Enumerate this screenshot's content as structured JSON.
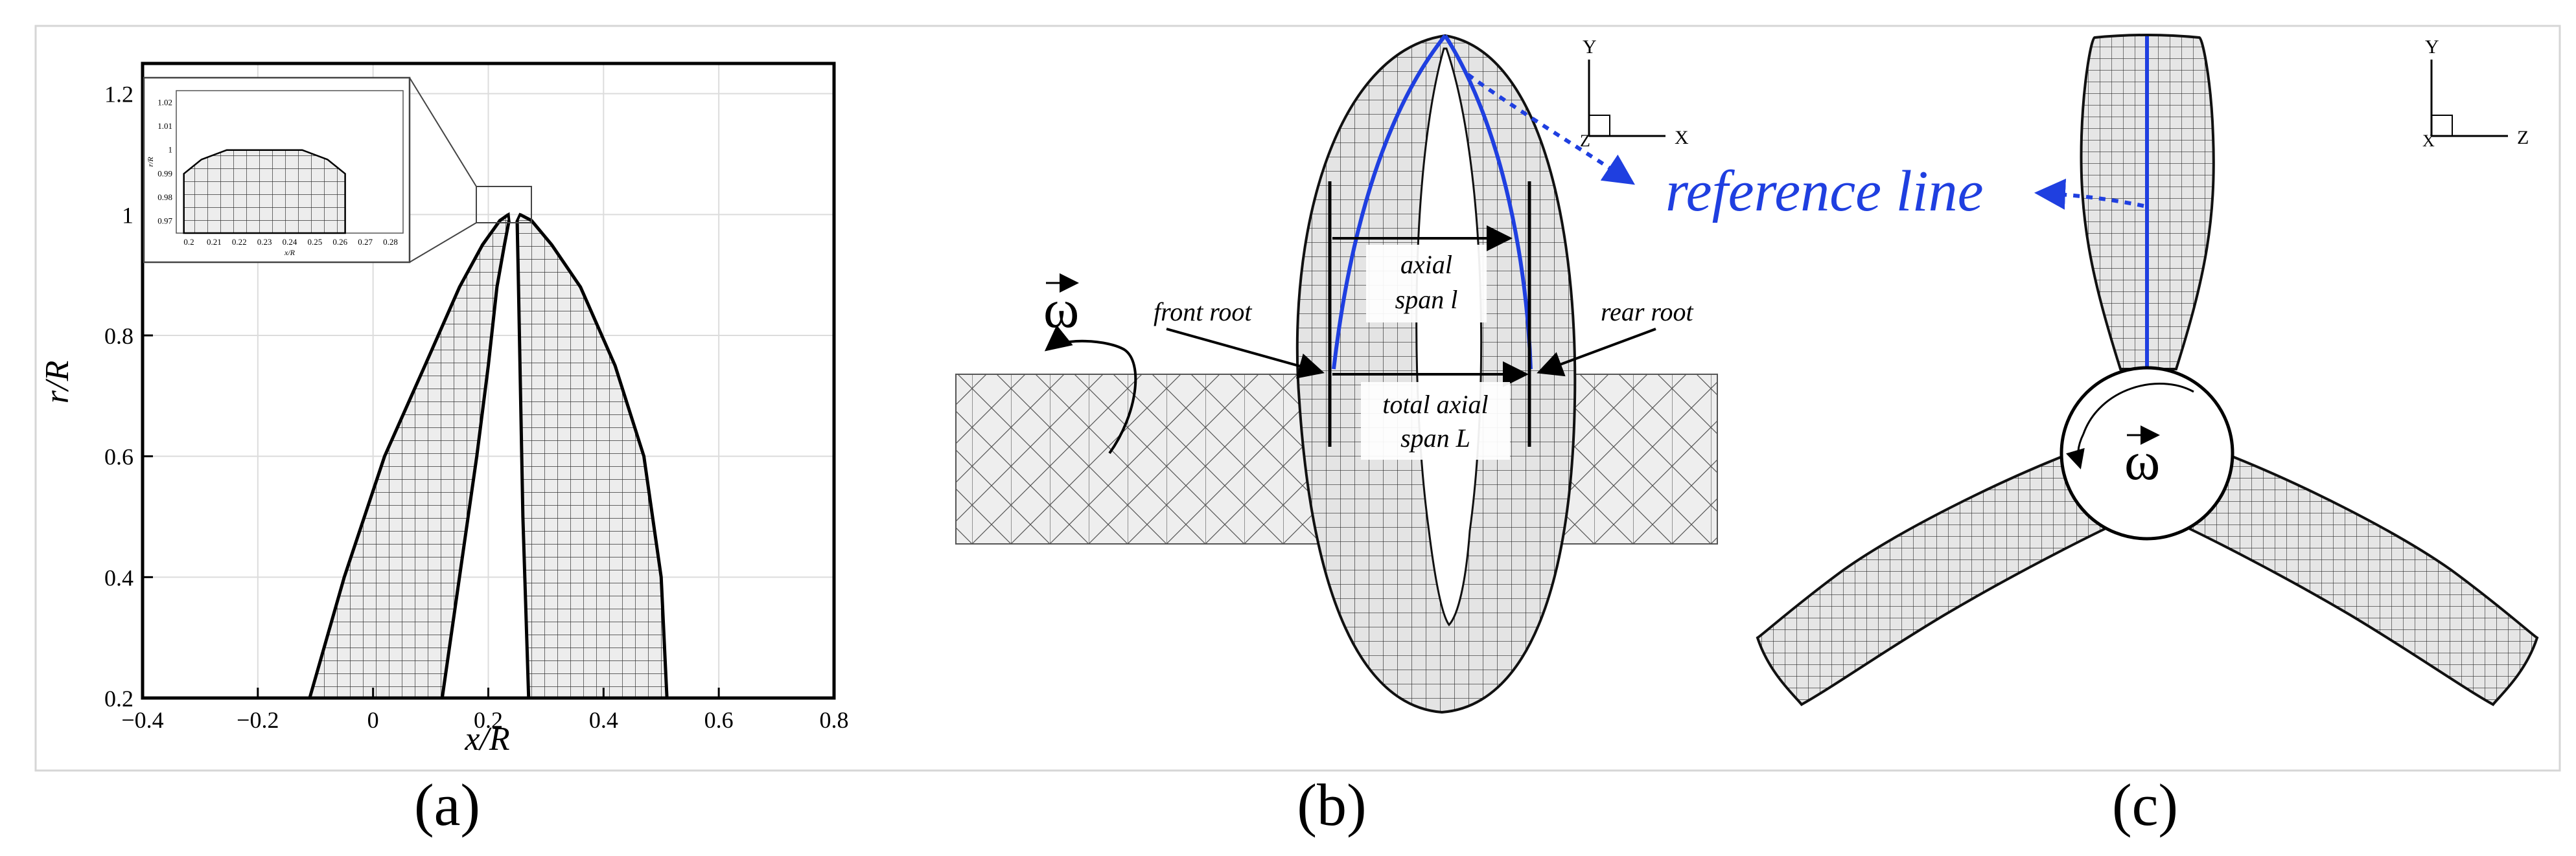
{
  "panels": [
    {
      "label": "(a)"
    },
    {
      "label": "(b)"
    },
    {
      "label": "(c)"
    }
  ],
  "chart_data": {
    "type": "line",
    "xlabel": "x/R",
    "ylabel": "r/R",
    "xlim": [
      -0.4,
      0.8
    ],
    "ylim": [
      0.2,
      1.25
    ],
    "xticks": [
      "−0.4",
      "−0.2",
      "0",
      "0.2",
      "0.4",
      "0.6",
      "0.8"
    ],
    "yticks": [
      "0.2",
      "0.4",
      "0.6",
      "0.8",
      "1",
      "1.2"
    ],
    "grid": true,
    "series": [
      {
        "x": [
          -0.11,
          -0.05,
          0.02,
          0.09,
          0.15,
          0.19,
          0.22,
          0.235
        ],
        "y": [
          0.2,
          0.4,
          0.6,
          0.75,
          0.88,
          0.95,
          0.99,
          1.0
        ]
      },
      {
        "x": [
          0.12,
          0.15,
          0.18,
          0.2,
          0.215,
          0.228,
          0.236
        ],
        "y": [
          0.2,
          0.4,
          0.6,
          0.75,
          0.88,
          0.95,
          0.99
        ]
      },
      {
        "x": [
          0.27,
          0.26,
          0.255,
          0.252,
          0.25
        ],
        "y": [
          0.2,
          0.5,
          0.75,
          0.9,
          0.99
        ]
      },
      {
        "x": [
          0.51,
          0.5,
          0.47,
          0.42,
          0.36,
          0.31,
          0.275,
          0.255
        ],
        "y": [
          0.2,
          0.4,
          0.6,
          0.75,
          0.88,
          0.95,
          0.99,
          1.0
        ]
      }
    ],
    "inset": {
      "xlim": [
        0.195,
        0.285
      ],
      "ylim": [
        0.965,
        1.025
      ],
      "xticks": [
        "0.2",
        "0.21",
        "0.22",
        "0.23",
        "0.24",
        "0.25",
        "0.26",
        "0.27",
        "0.28"
      ],
      "yticks": [
        "0.97",
        "0.98",
        "0.99",
        "1",
        "1.01",
        "1.02"
      ],
      "xlabel": "x/R",
      "ylabel": "r/R"
    }
  },
  "panel_b": {
    "omega": "ω",
    "annotations": {
      "reference_line": "reference line",
      "front_root": "front root",
      "rear_root": "rear root",
      "axial_span_1": "axial",
      "axial_span_2": "span l",
      "total_span_1": "total axial",
      "total_span_2": "span L"
    },
    "axes": {
      "y": "Y",
      "x": "X",
      "z": "Z"
    },
    "colors": {
      "reference": "#1f3fe0"
    }
  },
  "panel_c": {
    "omega": "ω",
    "axes": {
      "y": "Y",
      "x": "X",
      "z": "Z"
    }
  }
}
